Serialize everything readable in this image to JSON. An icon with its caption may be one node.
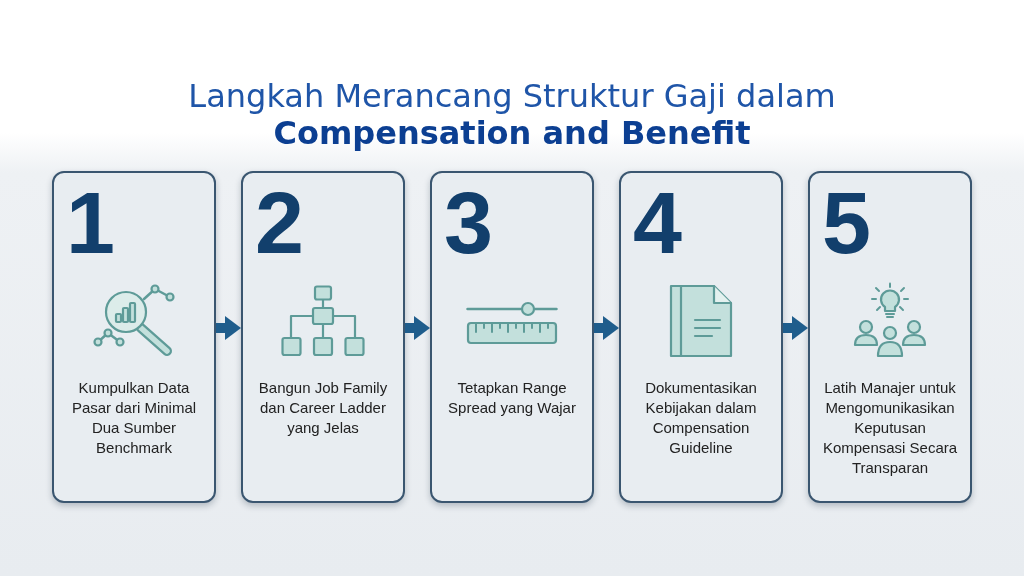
{
  "diagram": {
    "title": "Langkah Merancang Struktur Gaji dalam **Compensation and Benefit**",
    "nodes": [
      {
        "text": [
          "1",
          "Kumpulkan Data Pasar dari Minimal Dua Sumber Benchmark"
        ]
      },
      {
        "text": [
          "2",
          "Bangun Job Family dan Career Ladder yang Jelas"
        ]
      },
      {
        "text": [
          "3",
          "Tetapkan Range Spread yang Wajar"
        ]
      },
      {
        "text": [
          "4",
          "Dokumentasikan Kebijakan dalam Compensation Guideline"
        ]
      },
      {
        "text": [
          "5",
          "Latih Manajer untuk Mengomunikasikan Keputusan Kompensasi Secara Transparan"
        ]
      }
    ],
    "edges": [
      {
        "from": 0,
        "to": 1,
        "arrow": "to"
      },
      {
        "from": 1,
        "to": 2,
        "arrow": "to"
      },
      {
        "from": 2,
        "to": 3,
        "arrow": "to"
      },
      {
        "from": 3,
        "to": 4,
        "arrow": "to"
      }
    ]
  }
}
